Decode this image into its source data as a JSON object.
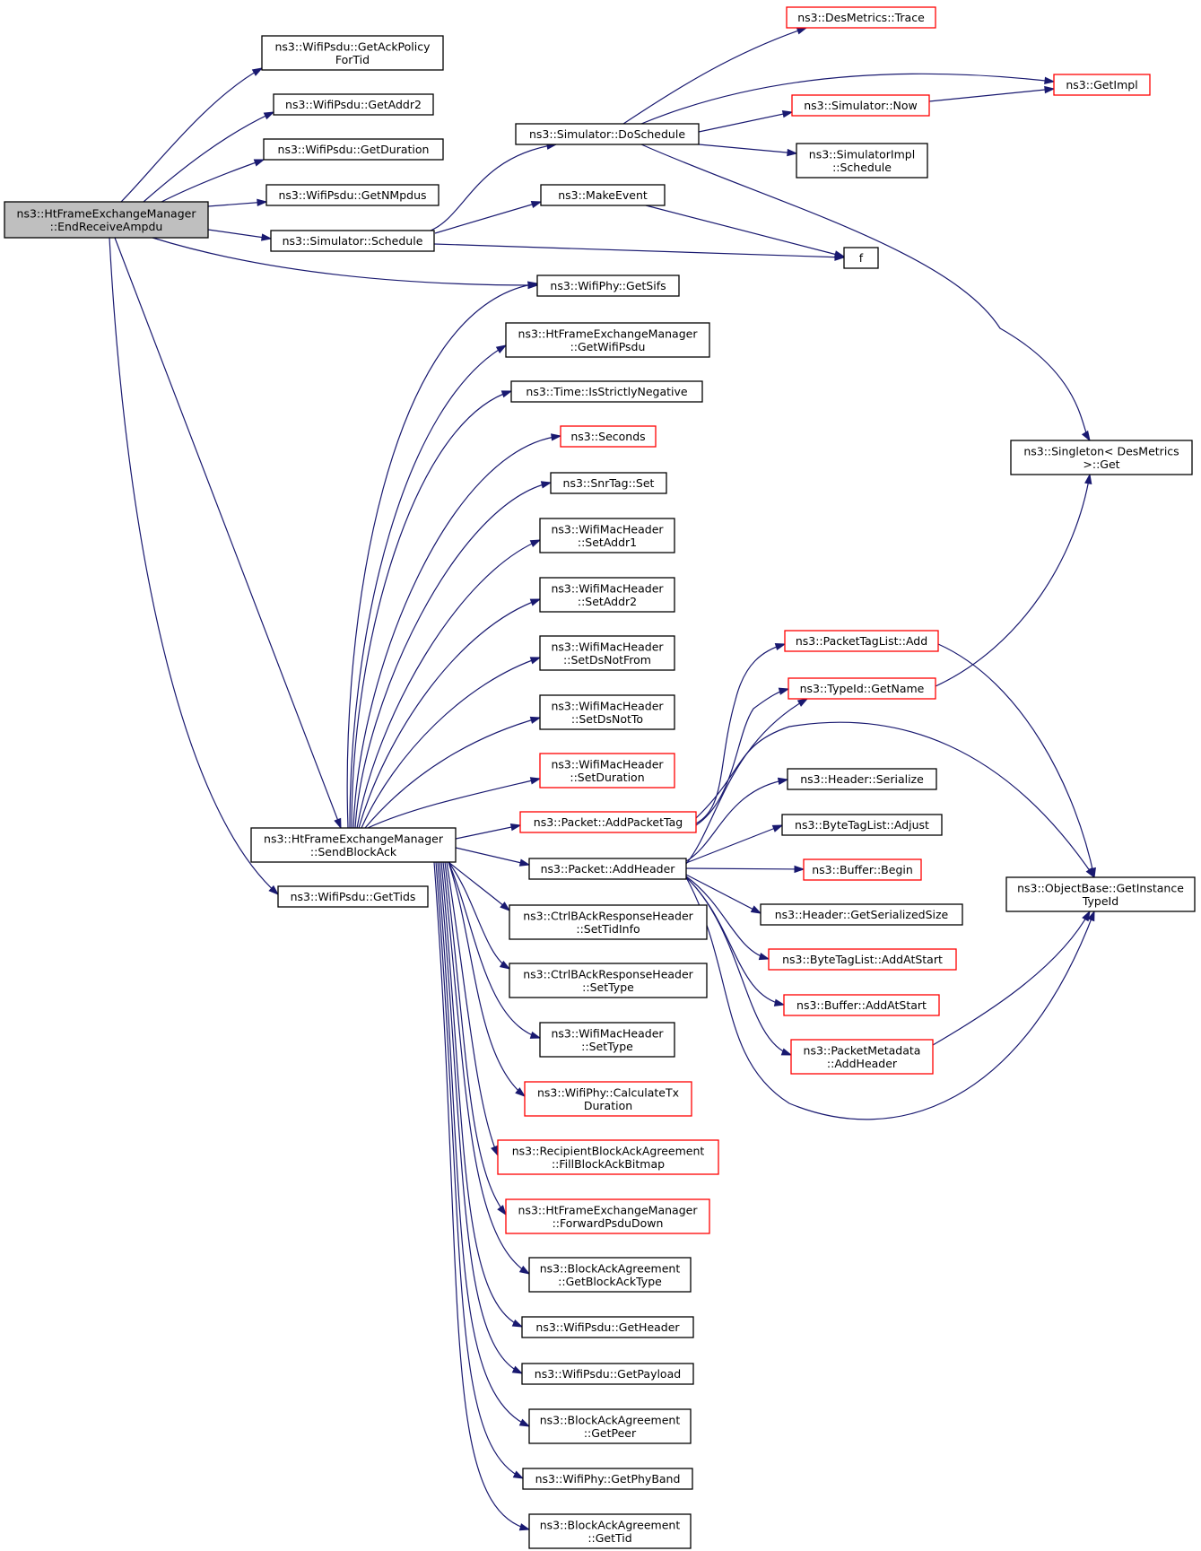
{
  "colors": {
    "edge": "#191970",
    "normal_border": "#000000",
    "truncated_border": "#ff0000",
    "focus_fill": "#bfbfbf",
    "node_fill": "#ffffff"
  },
  "nodes": [
    {
      "id": "n0",
      "lines": [
        "ns3::HtFrameExchangeManager",
        "::EndReceiveAmpdu"
      ],
      "style": "focus"
    },
    {
      "id": "n1",
      "lines": [
        "ns3::WifiPsdu::GetAckPolicy",
        "ForTid"
      ],
      "style": "normal"
    },
    {
      "id": "n2",
      "lines": [
        "ns3::WifiPsdu::GetAddr2"
      ],
      "style": "normal"
    },
    {
      "id": "n3",
      "lines": [
        "ns3::WifiPsdu::GetDuration"
      ],
      "style": "normal"
    },
    {
      "id": "n4",
      "lines": [
        "ns3::WifiPsdu::GetNMpdus"
      ],
      "style": "normal"
    },
    {
      "id": "n5",
      "lines": [
        "ns3::Simulator::Schedule"
      ],
      "style": "normal"
    },
    {
      "id": "n6",
      "lines": [
        "ns3::WifiPhy::GetSifs"
      ],
      "style": "normal"
    },
    {
      "id": "n7",
      "lines": [
        "ns3::HtFrameExchangeManager",
        "::SendBlockAck"
      ],
      "style": "normal"
    },
    {
      "id": "n8",
      "lines": [
        "ns3::WifiPsdu::GetTids"
      ],
      "style": "normal"
    },
    {
      "id": "n9",
      "lines": [
        "ns3::Simulator::DoSchedule"
      ],
      "style": "normal"
    },
    {
      "id": "n10",
      "lines": [
        "ns3::MakeEvent"
      ],
      "style": "normal"
    },
    {
      "id": "n11",
      "lines": [
        "f"
      ],
      "style": "normal"
    },
    {
      "id": "n12",
      "lines": [
        "ns3::DesMetrics::Trace"
      ],
      "style": "truncated"
    },
    {
      "id": "n13",
      "lines": [
        "ns3::GetImpl"
      ],
      "style": "truncated"
    },
    {
      "id": "n14",
      "lines": [
        "ns3::Simulator::Now"
      ],
      "style": "truncated"
    },
    {
      "id": "n15",
      "lines": [
        "ns3::SimulatorImpl",
        "::Schedule"
      ],
      "style": "normal"
    },
    {
      "id": "n16",
      "lines": [
        "ns3::Singleton< DesMetrics",
        ">::Get"
      ],
      "style": "normal"
    },
    {
      "id": "n17",
      "lines": [
        "ns3::HtFrameExchangeManager",
        "::GetWifiPsdu"
      ],
      "style": "normal"
    },
    {
      "id": "n18",
      "lines": [
        "ns3::Time::IsStrictlyNegative"
      ],
      "style": "normal"
    },
    {
      "id": "n19",
      "lines": [
        "ns3::Seconds"
      ],
      "style": "truncated"
    },
    {
      "id": "n20",
      "lines": [
        "ns3::SnrTag::Set"
      ],
      "style": "normal"
    },
    {
      "id": "n21",
      "lines": [
        "ns3::WifiMacHeader",
        "::SetAddr1"
      ],
      "style": "normal"
    },
    {
      "id": "n22",
      "lines": [
        "ns3::WifiMacHeader",
        "::SetAddr2"
      ],
      "style": "normal"
    },
    {
      "id": "n23",
      "lines": [
        "ns3::WifiMacHeader",
        "::SetDsNotFrom"
      ],
      "style": "normal"
    },
    {
      "id": "n24",
      "lines": [
        "ns3::WifiMacHeader",
        "::SetDsNotTo"
      ],
      "style": "normal"
    },
    {
      "id": "n25",
      "lines": [
        "ns3::WifiMacHeader",
        "::SetDuration"
      ],
      "style": "truncated"
    },
    {
      "id": "n26",
      "lines": [
        "ns3::Packet::AddPacketTag"
      ],
      "style": "truncated"
    },
    {
      "id": "n27",
      "lines": [
        "ns3::Packet::AddHeader"
      ],
      "style": "normal"
    },
    {
      "id": "n28",
      "lines": [
        "ns3::CtrlBAckResponseHeader",
        "::SetTidInfo"
      ],
      "style": "normal"
    },
    {
      "id": "n29",
      "lines": [
        "ns3::CtrlBAckResponseHeader",
        "::SetType"
      ],
      "style": "normal"
    },
    {
      "id": "n30",
      "lines": [
        "ns3::WifiMacHeader",
        "::SetType"
      ],
      "style": "normal"
    },
    {
      "id": "n31",
      "lines": [
        "ns3::WifiPhy::CalculateTx",
        "Duration"
      ],
      "style": "truncated"
    },
    {
      "id": "n32",
      "lines": [
        "ns3::RecipientBlockAckAgreement",
        "::FillBlockAckBitmap"
      ],
      "style": "truncated"
    },
    {
      "id": "n33",
      "lines": [
        "ns3::HtFrameExchangeManager",
        "::ForwardPsduDown"
      ],
      "style": "truncated"
    },
    {
      "id": "n34",
      "lines": [
        "ns3::BlockAckAgreement",
        "::GetBlockAckType"
      ],
      "style": "normal"
    },
    {
      "id": "n35",
      "lines": [
        "ns3::WifiPsdu::GetHeader"
      ],
      "style": "normal"
    },
    {
      "id": "n36",
      "lines": [
        "ns3::WifiPsdu::GetPayload"
      ],
      "style": "normal"
    },
    {
      "id": "n37",
      "lines": [
        "ns3::BlockAckAgreement",
        "::GetPeer"
      ],
      "style": "normal"
    },
    {
      "id": "n38",
      "lines": [
        "ns3::WifiPhy::GetPhyBand"
      ],
      "style": "normal"
    },
    {
      "id": "n39",
      "lines": [
        "ns3::BlockAckAgreement",
        "::GetTid"
      ],
      "style": "normal"
    },
    {
      "id": "n40",
      "lines": [
        "ns3::PacketTagList::Add"
      ],
      "style": "truncated"
    },
    {
      "id": "n41",
      "lines": [
        "ns3::TypeId::GetName"
      ],
      "style": "truncated"
    },
    {
      "id": "n42",
      "lines": [
        "ns3::ObjectBase::GetInstance",
        "TypeId"
      ],
      "style": "normal"
    },
    {
      "id": "n43",
      "lines": [
        "ns3::Header::Serialize"
      ],
      "style": "normal"
    },
    {
      "id": "n44",
      "lines": [
        "ns3::ByteTagList::Adjust"
      ],
      "style": "normal"
    },
    {
      "id": "n45",
      "lines": [
        "ns3::Buffer::Begin"
      ],
      "style": "truncated"
    },
    {
      "id": "n46",
      "lines": [
        "ns3::Header::GetSerializedSize"
      ],
      "style": "normal"
    },
    {
      "id": "n47",
      "lines": [
        "ns3::ByteTagList::AddAtStart"
      ],
      "style": "truncated"
    },
    {
      "id": "n48",
      "lines": [
        "ns3::Buffer::AddAtStart"
      ],
      "style": "truncated"
    },
    {
      "id": "n49",
      "lines": [
        "ns3::PacketMetadata",
        "::AddHeader"
      ],
      "style": "truncated"
    }
  ]
}
